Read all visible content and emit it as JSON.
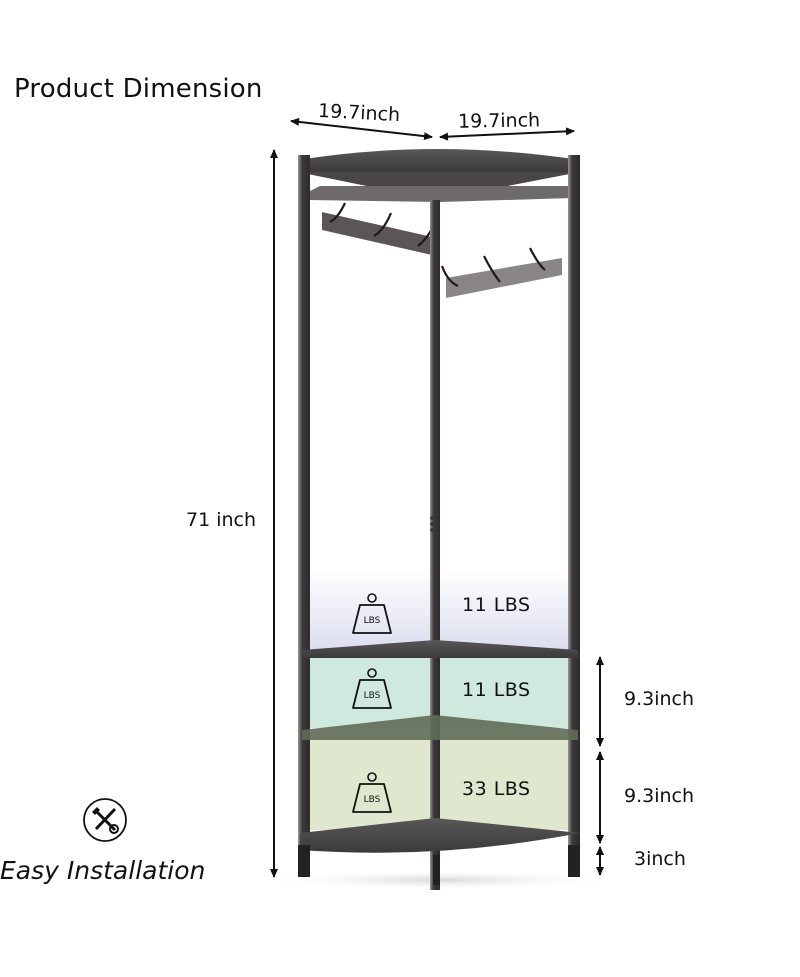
{
  "header": {
    "title": "Product Dimension"
  },
  "dimensions": {
    "top_left_width": "19.7inch",
    "top_right_width": "19.7inch",
    "total_height": "71 inch",
    "shelf_gap_upper": "9.3inch",
    "shelf_gap_lower": "9.3inch",
    "leg_height": "3inch"
  },
  "load_capacity": [
    {
      "zone": "top-section",
      "icon": "weight-icon",
      "icon_label": "LBS",
      "value": "11 LBS",
      "tint": "#e4e6f2"
    },
    {
      "zone": "middle-shelf",
      "icon": "weight-icon",
      "icon_label": "LBS",
      "value": "11 LBS",
      "tint": "#cfe9df"
    },
    {
      "zone": "bottom-shelf",
      "icon": "weight-icon",
      "icon_label": "LBS",
      "value": "33 LBS",
      "tint": "#dfe8cf"
    }
  ],
  "feature": {
    "icon": "tools-icon",
    "label": "Easy Installation"
  },
  "colors": {
    "frame": "#3a3536",
    "frame_highlight": "#8f8b8c",
    "shelf": "#4a4748",
    "text": "#111111"
  }
}
